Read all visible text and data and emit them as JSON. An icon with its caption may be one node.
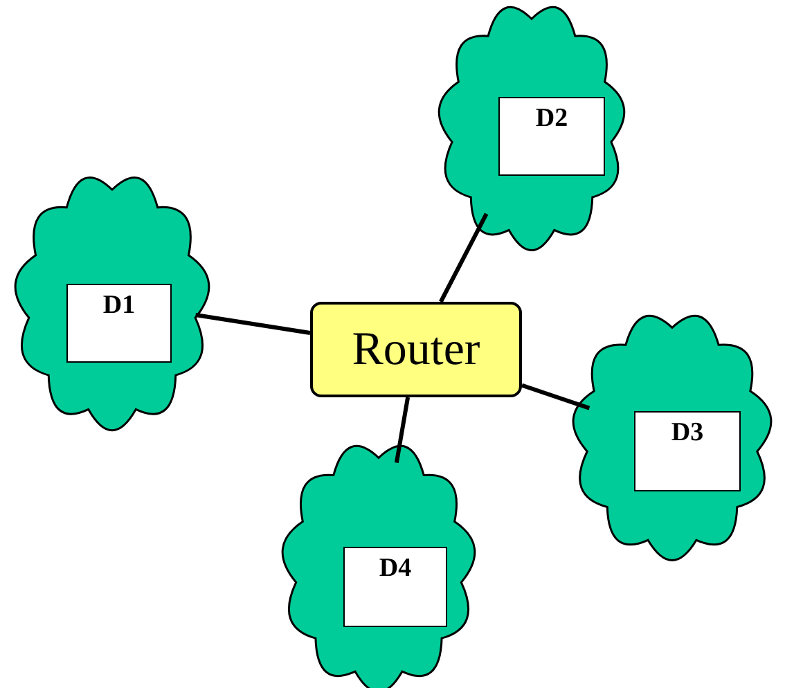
{
  "diagram": {
    "nodes": [
      {
        "text": [],
        "shape": "cloud"
      },
      {
        "text": [
          "D2"
        ],
        "in": 0
      },
      {
        "text": [],
        "shape": "cloud"
      },
      {
        "text": [
          "D1"
        ],
        "in": 2
      },
      {
        "text": [
          "Router"
        ]
      },
      {
        "text": [],
        "shape": "cloud"
      },
      {
        "text": [
          "D3"
        ],
        "in": 5
      },
      {
        "text": [],
        "shape": "cloud"
      },
      {
        "text": [
          "D4"
        ],
        "in": 7
      }
    ],
    "edges": [
      {
        "from": 4,
        "to": 0,
        "arrow": "none"
      },
      {
        "from": 4,
        "to": 2,
        "arrow": "none"
      },
      {
        "from": 4,
        "to": 5,
        "arrow": "none"
      },
      {
        "from": 4,
        "to": 7,
        "arrow": "none"
      }
    ]
  }
}
